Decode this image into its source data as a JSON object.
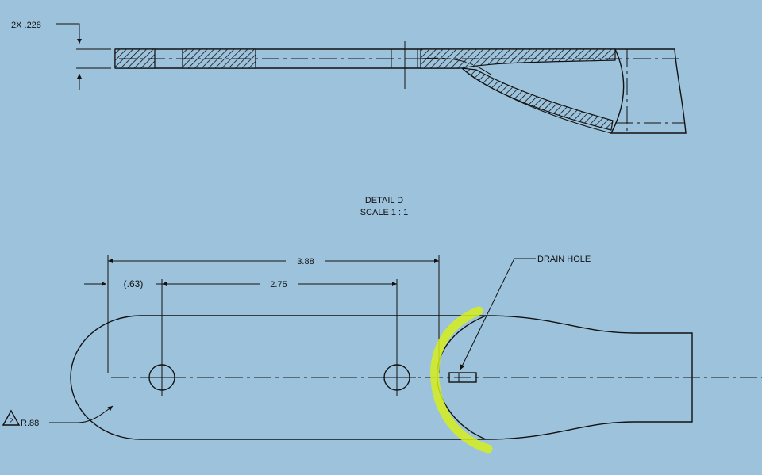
{
  "section_view": {
    "thickness_callout": "2X .228"
  },
  "detail": {
    "title": "DETAIL D",
    "scale": "SCALE 1 : 1"
  },
  "plan_view": {
    "overall_dimension": "3.88",
    "hole_spacing": "2.75",
    "reference_dimension": "(.63)",
    "drain_hole_label": "DRAIN HOLE",
    "radius_callout": "R.88",
    "revision_marker": "2"
  },
  "colors": {
    "background": "#9dc3dc",
    "line": "#111111",
    "highlight": "#d6ef1c"
  }
}
